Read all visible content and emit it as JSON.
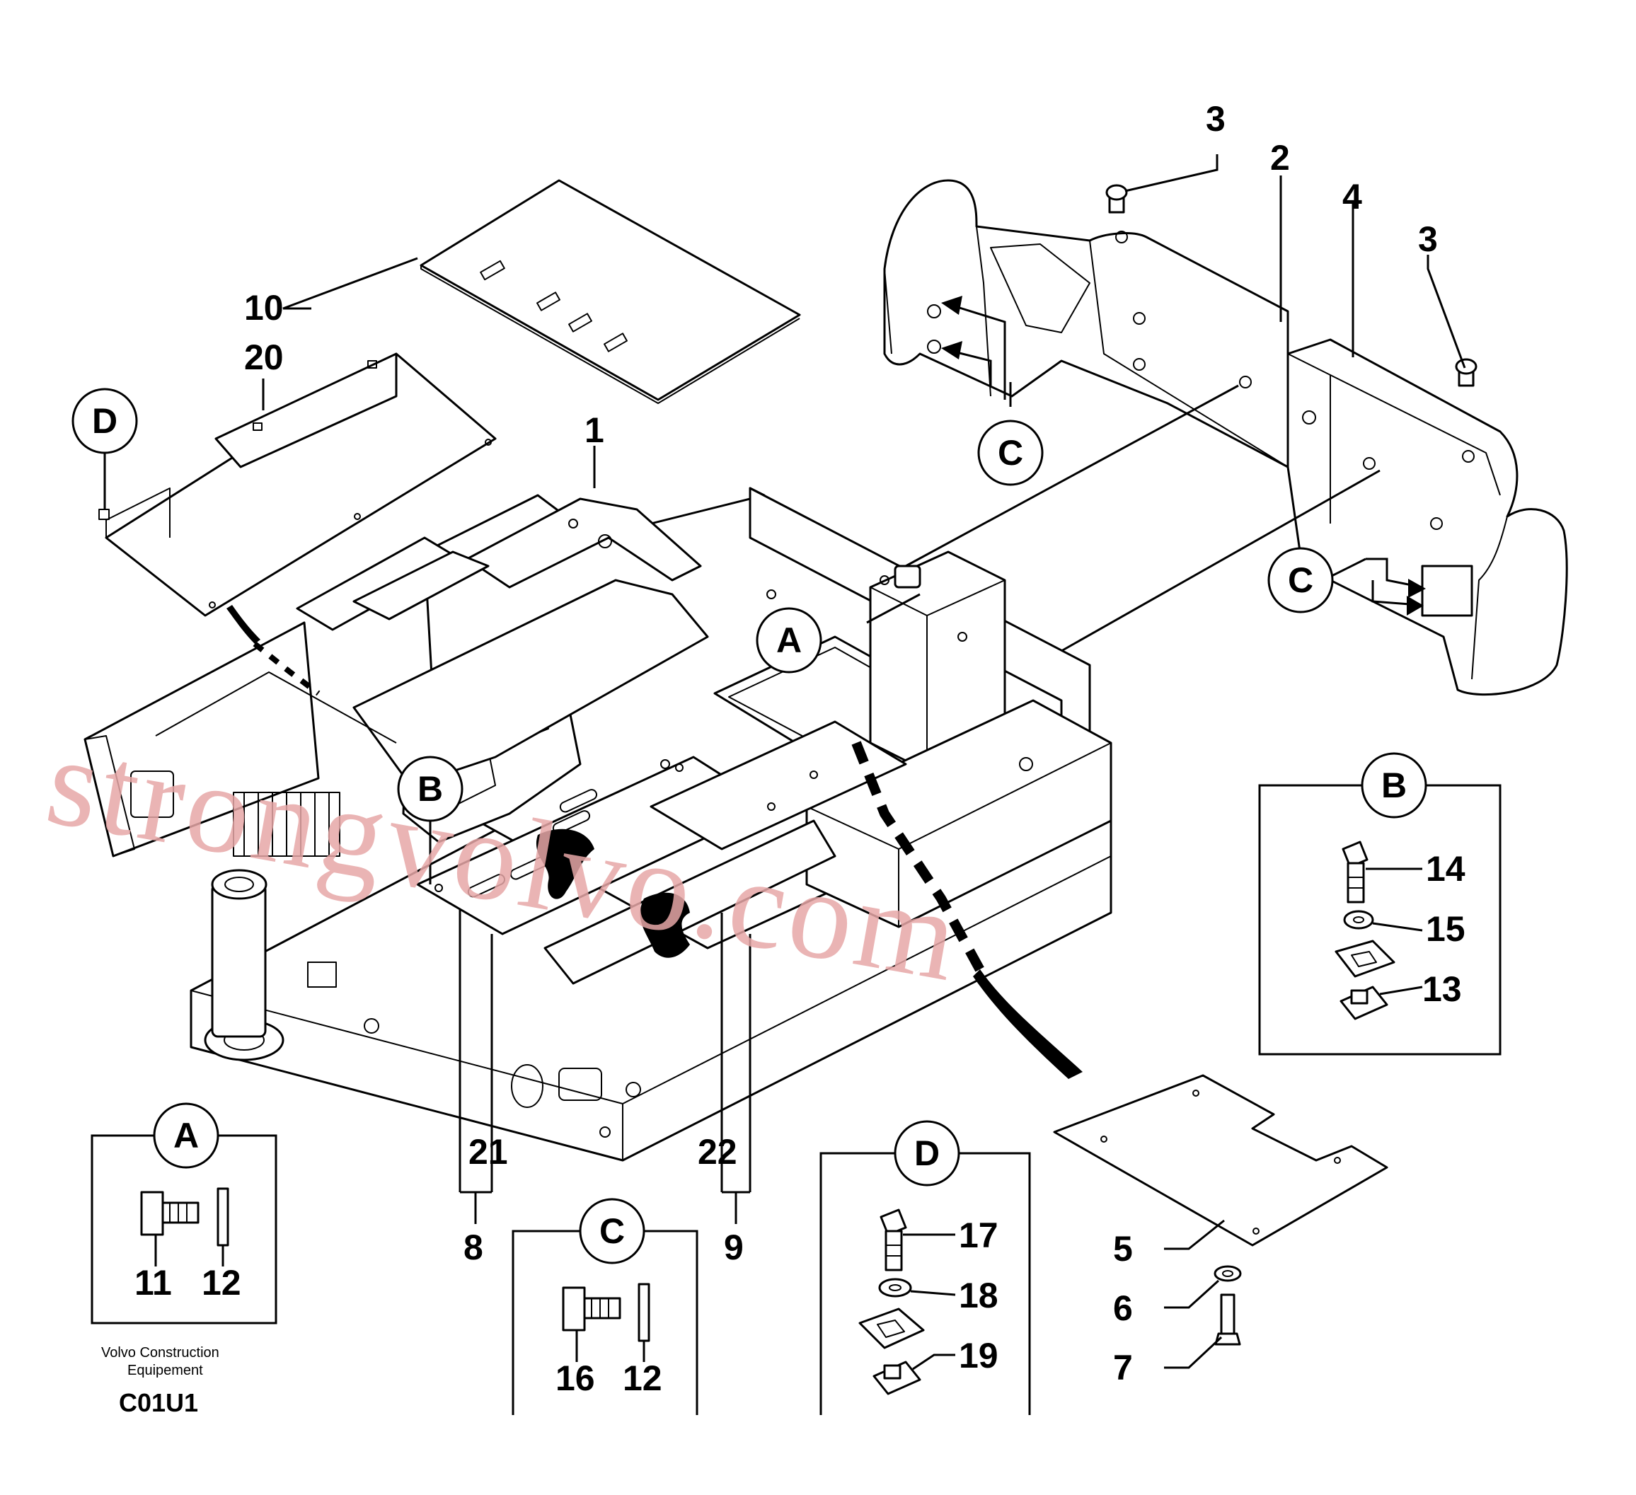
{
  "callouts": {
    "c1": "1",
    "c2": "2",
    "c3a": "3",
    "c3b": "3",
    "c4": "4",
    "c5": "5",
    "c6": "6",
    "c7": "7",
    "c8": "8",
    "c9": "9",
    "c10": "10",
    "c20": "20",
    "c21": "21",
    "c22": "22"
  },
  "circle_labels": {
    "a_main": "A",
    "b_main": "B",
    "c_top": "C",
    "c_right": "C",
    "d_main": "D"
  },
  "detail_boxes": {
    "a": {
      "label": "A",
      "parts": [
        "11",
        "12"
      ]
    },
    "b": {
      "label": "B",
      "parts": [
        "14",
        "15",
        "13"
      ]
    },
    "c": {
      "label": "C",
      "parts": [
        "16",
        "12"
      ]
    },
    "d": {
      "label": "D",
      "parts": [
        "17",
        "18",
        "19"
      ]
    }
  },
  "footer": {
    "caption_line1": "Volvo Construction",
    "caption_line2": "Equipement",
    "code": "C01U1"
  },
  "watermark": "strongvolvo.com"
}
